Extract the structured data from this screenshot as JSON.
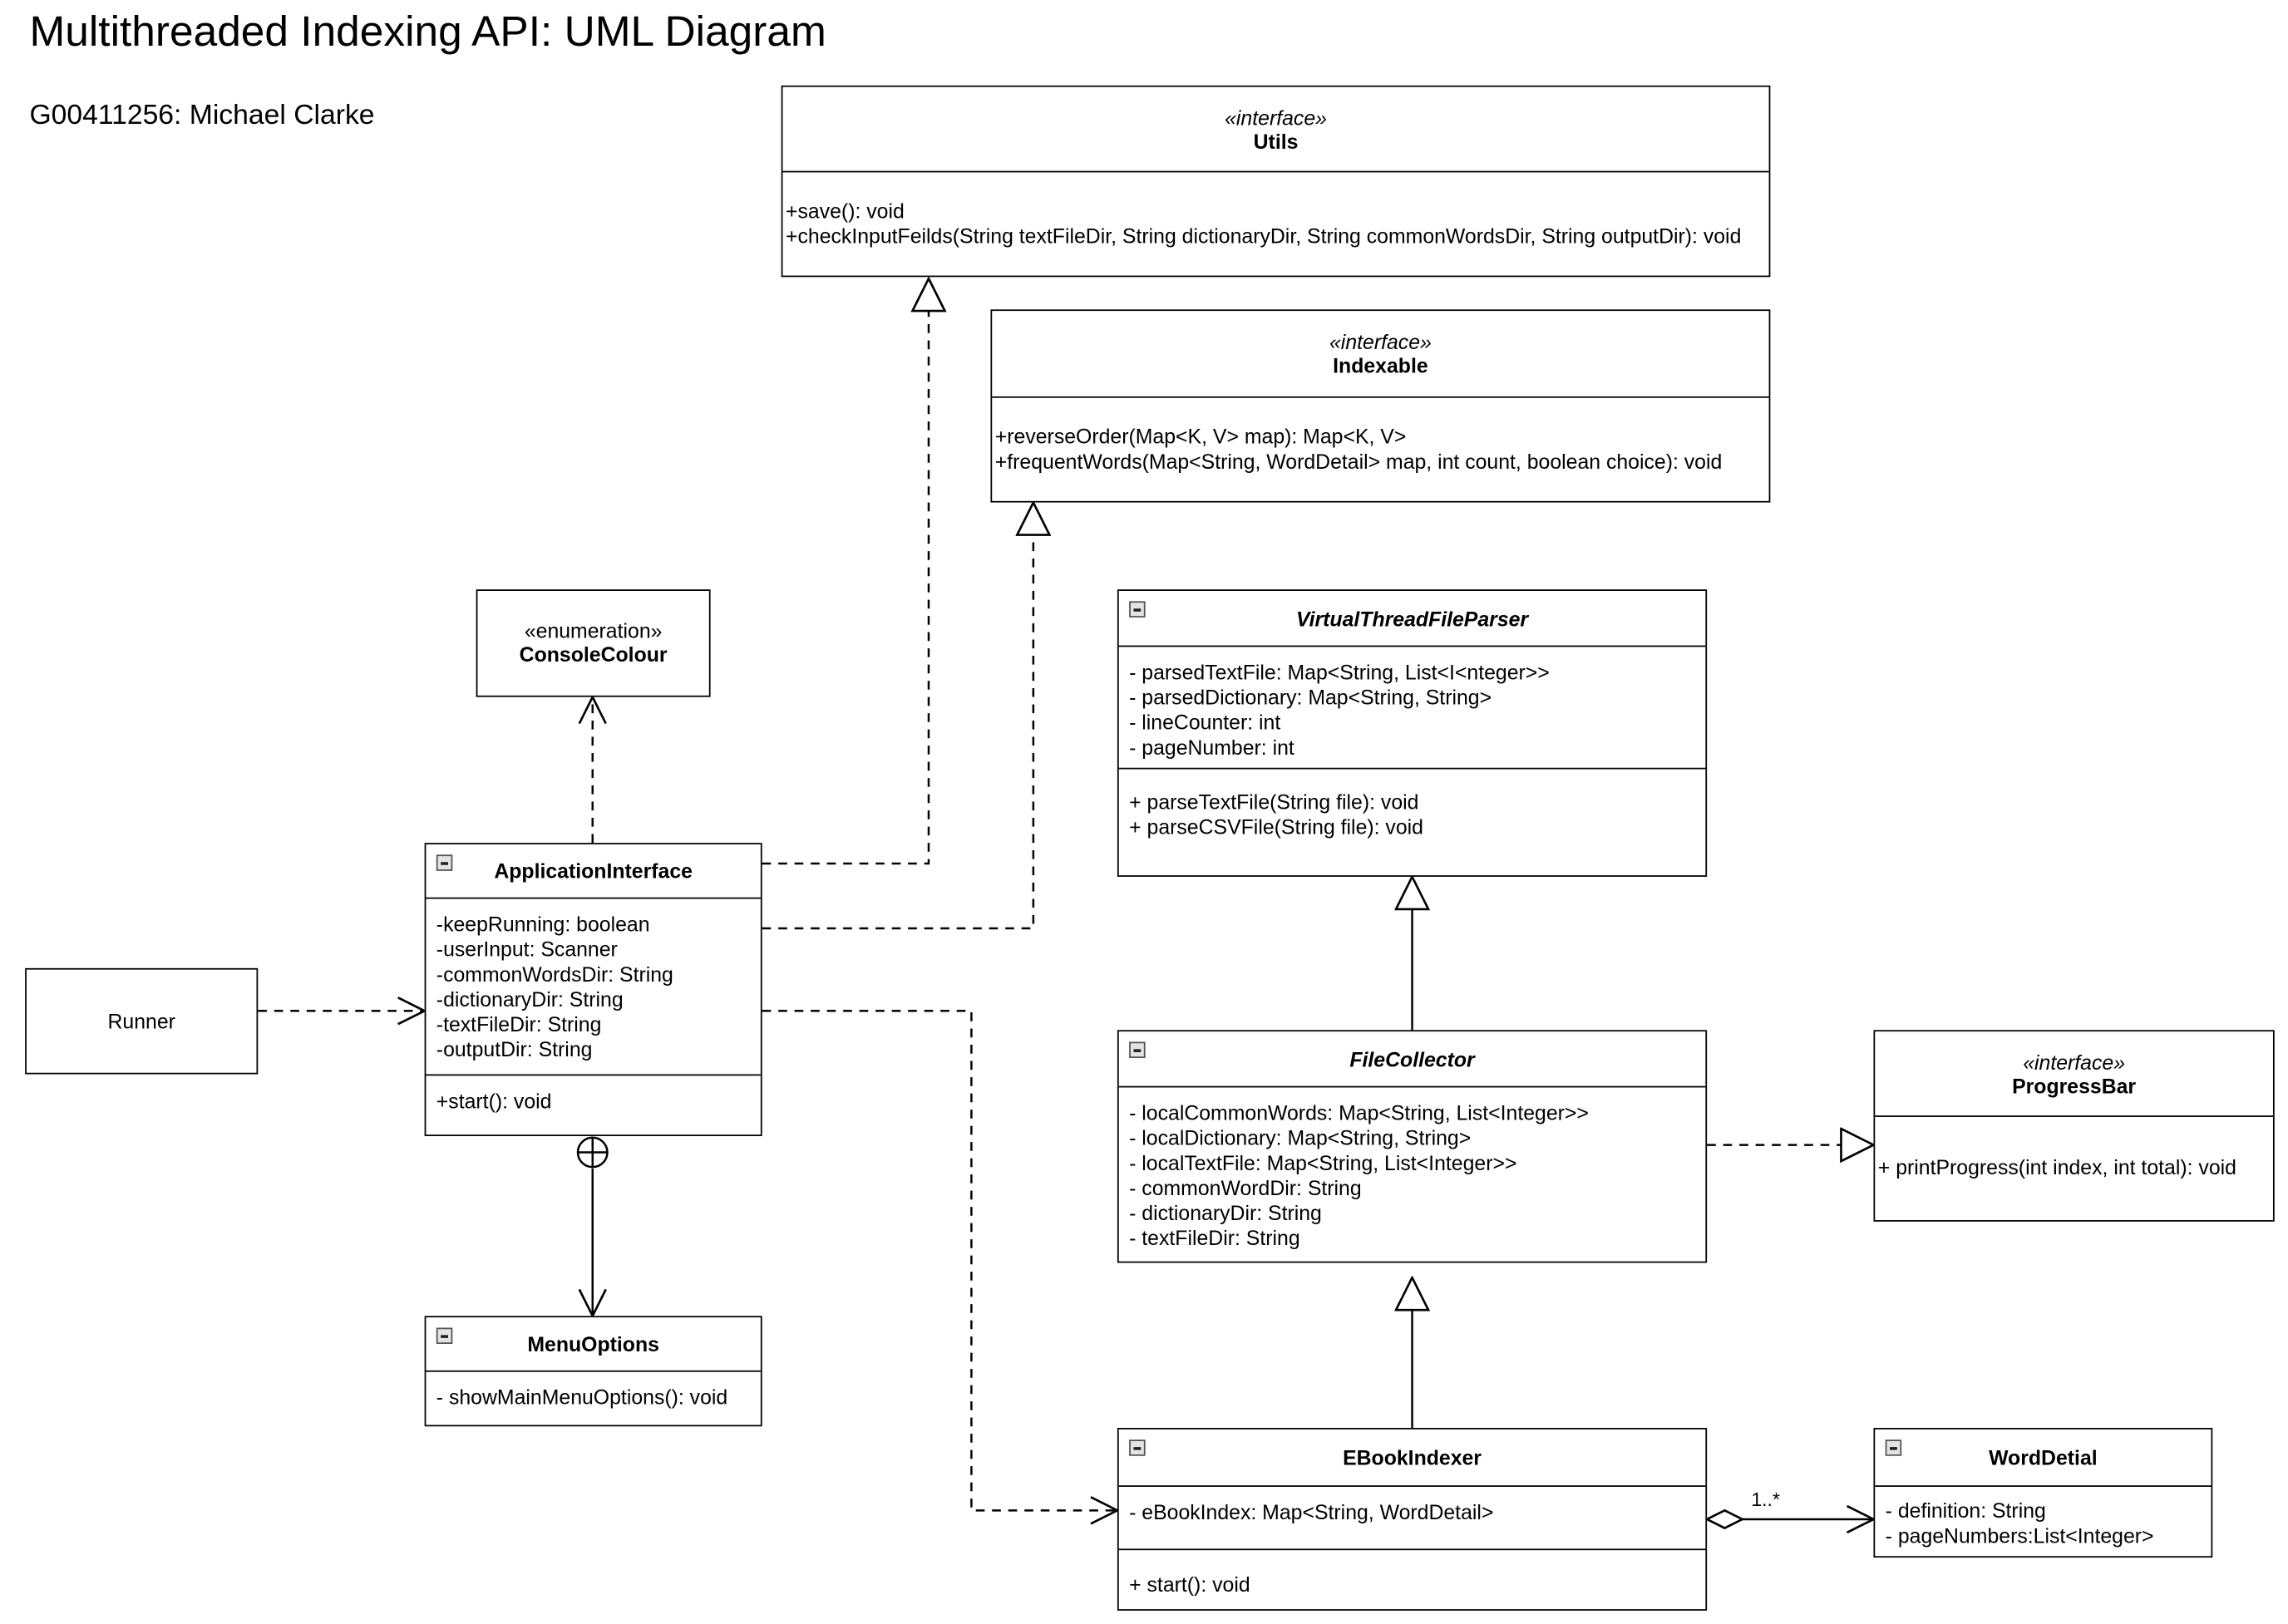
{
  "title": "Multithreaded Indexing API: UML Diagram",
  "subtitle": "G00411256: Michael Clarke",
  "utils": {
    "stereotype": "«interface»",
    "name": "Utils",
    "methods": [
      "+save(): void",
      "+checkInputFeilds(String textFileDir, String dictionaryDir, String commonWordsDir, String outputDir): void"
    ]
  },
  "indexable": {
    "stereotype": "«interface»",
    "name": "Indexable",
    "methods": [
      "+reverseOrder(Map<K, V> map): Map<K, V>",
      "+frequentWords(Map<String, WordDetail> map, int count, boolean choice): void"
    ]
  },
  "console_colour": {
    "stereotype": "«enumeration»",
    "name": "ConsoleColour"
  },
  "virtual_thread_file_parser": {
    "name": "VirtualThreadFileParser",
    "attributes": [
      "- parsedTextFile: Map<String, List<I<nteger>>",
      "- parsedDictionary: Map<String, String>",
      "- lineCounter: int",
      "- pageNumber: int"
    ],
    "methods": [
      "+ parseTextFile(String file): void",
      "+ parseCSVFile(String file): void"
    ]
  },
  "application_interface": {
    "name": "ApplicationInterface",
    "attributes": [
      "-keepRunning: boolean",
      "-userInput: Scanner",
      "-commonWordsDir: String",
      "-dictionaryDir: String",
      "-textFileDir: String",
      "-outputDir: String"
    ],
    "methods": [
      "+start(): void"
    ]
  },
  "runner": {
    "name": "Runner"
  },
  "menu_options": {
    "name": "MenuOptions",
    "methods": [
      "- showMainMenuOptions(): void"
    ]
  },
  "file_collector": {
    "name": "FileCollector",
    "attributes": [
      "- localCommonWords: Map<String, List<Integer>>",
      "- localDictionary: Map<String, String>",
      "- localTextFile: Map<String, List<Integer>>",
      "- commonWordDir: String",
      "- dictionaryDir: String",
      "- textFileDir: String"
    ]
  },
  "progress_bar": {
    "stereotype": "«interface»",
    "name": "ProgressBar",
    "methods": [
      "+ printProgress(int index, int total): void"
    ]
  },
  "ebook_indexer": {
    "name": "EBookIndexer",
    "attributes": [
      "- eBookIndex: Map<String, WordDetail>"
    ],
    "methods": [
      "+ start(): void"
    ]
  },
  "word_detail": {
    "name": "WordDetial",
    "attributes": [
      "- definition: String",
      "- pageNumbers:List<Integer>"
    ]
  },
  "aggregation_multiplicity": "1..*"
}
